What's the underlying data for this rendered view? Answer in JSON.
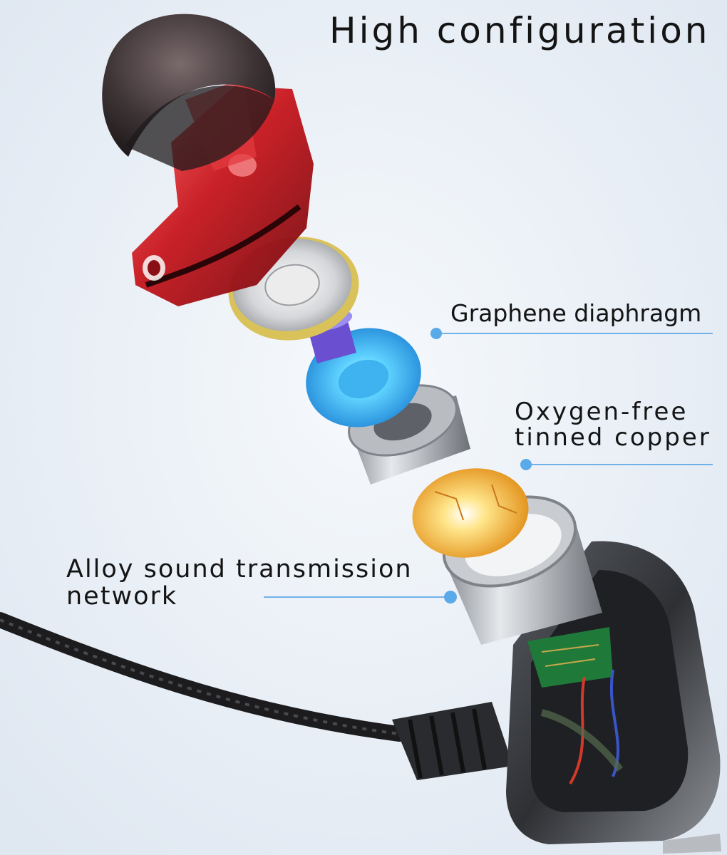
{
  "title": "High configuration",
  "callouts": {
    "graphene": "Graphene diaphragm",
    "copper_line1": "Oxygen-free",
    "copper_line2": "tinned copper",
    "alloy_line1": "Alloy sound transmission",
    "alloy_line2": "network"
  },
  "colors": {
    "background": "#e6edf6",
    "shell_red": "#c8161d",
    "ring_blue": "#2fa6ea",
    "ring_amber": "#f2a623",
    "callout_dot": "#5aa9e8",
    "housing_gray": "#3a3a3a"
  }
}
